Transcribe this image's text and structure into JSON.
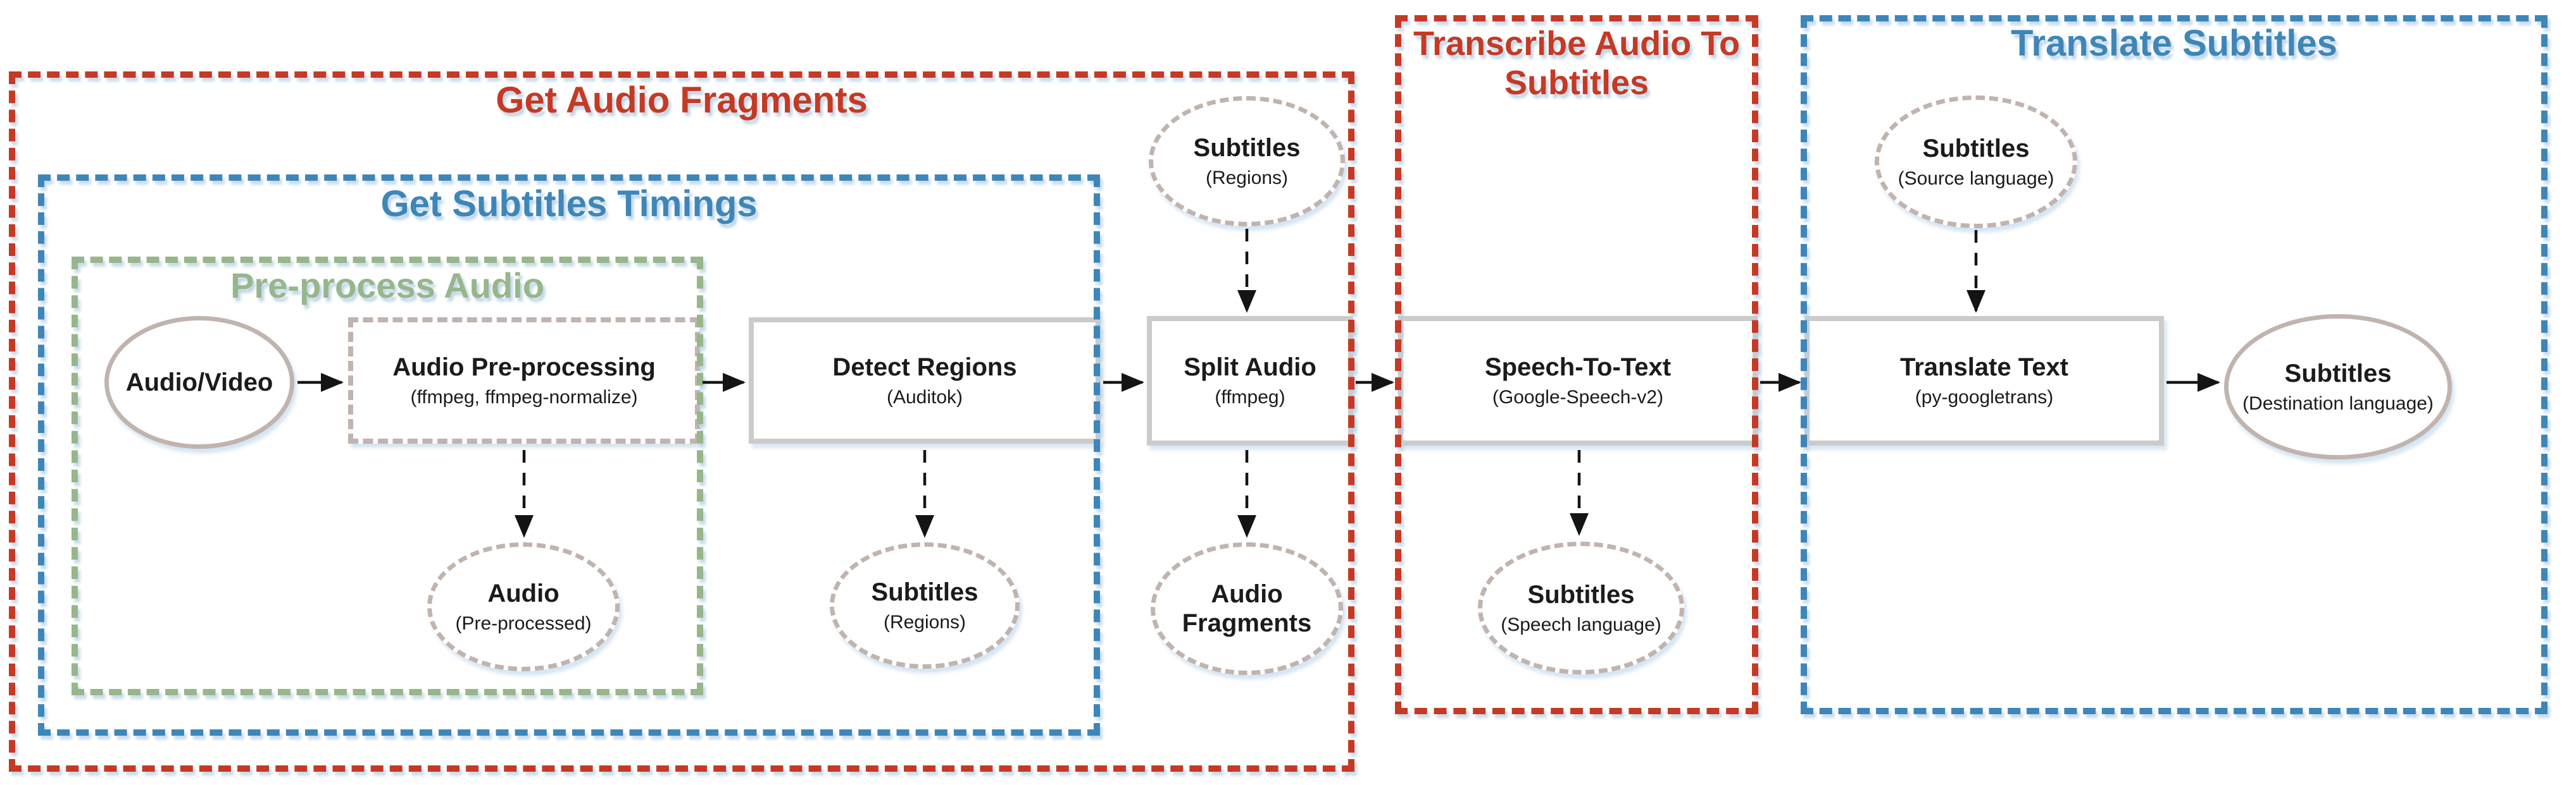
{
  "colors": {
    "red": "#c43a24",
    "blue": "#3e86b8",
    "green": "#97b68b",
    "tan": "#c1b3ad",
    "grey": "#cbcbca",
    "ink": "#1b1b1b",
    "arrow": "#141414"
  },
  "groups": {
    "get_audio_fragments": {
      "label": "Get Audio Fragments"
    },
    "get_subtitles_timings": {
      "label": "Get Subtitles Timings"
    },
    "pre_process_audio": {
      "label": "Pre-process Audio"
    },
    "transcribe_audio": {
      "label": "Transcribe Audio To Subtitles"
    },
    "translate_subtitles": {
      "label": "Translate Subtitles"
    }
  },
  "nodes": {
    "audio_video": {
      "label": "Audio/Video"
    },
    "audio_preprocessing": {
      "label": "Audio Pre-processing",
      "sublabel": "(ffmpeg, ffmpeg-normalize)"
    },
    "detect_regions": {
      "label": "Detect Regions",
      "sublabel": "(Auditok)"
    },
    "split_audio": {
      "label": "Split Audio",
      "sublabel": "(ffmpeg)"
    },
    "speech_to_text": {
      "label": "Speech-To-Text",
      "sublabel": "(Google-Speech-v2)"
    },
    "translate_text": {
      "label": "Translate Text",
      "sublabel": "(py-googletrans)"
    },
    "subtitles_regions_top": {
      "label": "Subtitles",
      "sublabel": "(Regions)"
    },
    "audio_preprocessed": {
      "label": "Audio",
      "sublabel": "(Pre-processed)"
    },
    "subtitles_regions_bottom": {
      "label": "Subtitles",
      "sublabel": "(Regions)"
    },
    "audio_fragments": {
      "label": "Audio Fragments"
    },
    "subtitles_speech": {
      "label": "Subtitles",
      "sublabel": "(Speech language)"
    },
    "subtitles_source": {
      "label": "Subtitles",
      "sublabel": "(Source language)"
    },
    "subtitles_destination": {
      "label": "Subtitles",
      "sublabel": "(Destination language)"
    }
  },
  "edges": [
    {
      "from": "audio_video",
      "to": "audio_preprocessing",
      "style": "solid"
    },
    {
      "from": "audio_preprocessing",
      "to": "detect_regions",
      "style": "solid"
    },
    {
      "from": "detect_regions",
      "to": "split_audio",
      "style": "solid"
    },
    {
      "from": "split_audio",
      "to": "speech_to_text",
      "style": "solid"
    },
    {
      "from": "speech_to_text",
      "to": "translate_text",
      "style": "solid"
    },
    {
      "from": "translate_text",
      "to": "subtitles_destination",
      "style": "solid"
    },
    {
      "from": "audio_preprocessing",
      "to": "audio_preprocessed",
      "style": "dashed"
    },
    {
      "from": "detect_regions",
      "to": "subtitles_regions_bottom",
      "style": "dashed"
    },
    {
      "from": "subtitles_regions_top",
      "to": "split_audio",
      "style": "dashed"
    },
    {
      "from": "split_audio",
      "to": "audio_fragments",
      "style": "dashed"
    },
    {
      "from": "speech_to_text",
      "to": "subtitles_speech",
      "style": "dashed"
    },
    {
      "from": "subtitles_source",
      "to": "translate_text",
      "style": "dashed"
    }
  ]
}
